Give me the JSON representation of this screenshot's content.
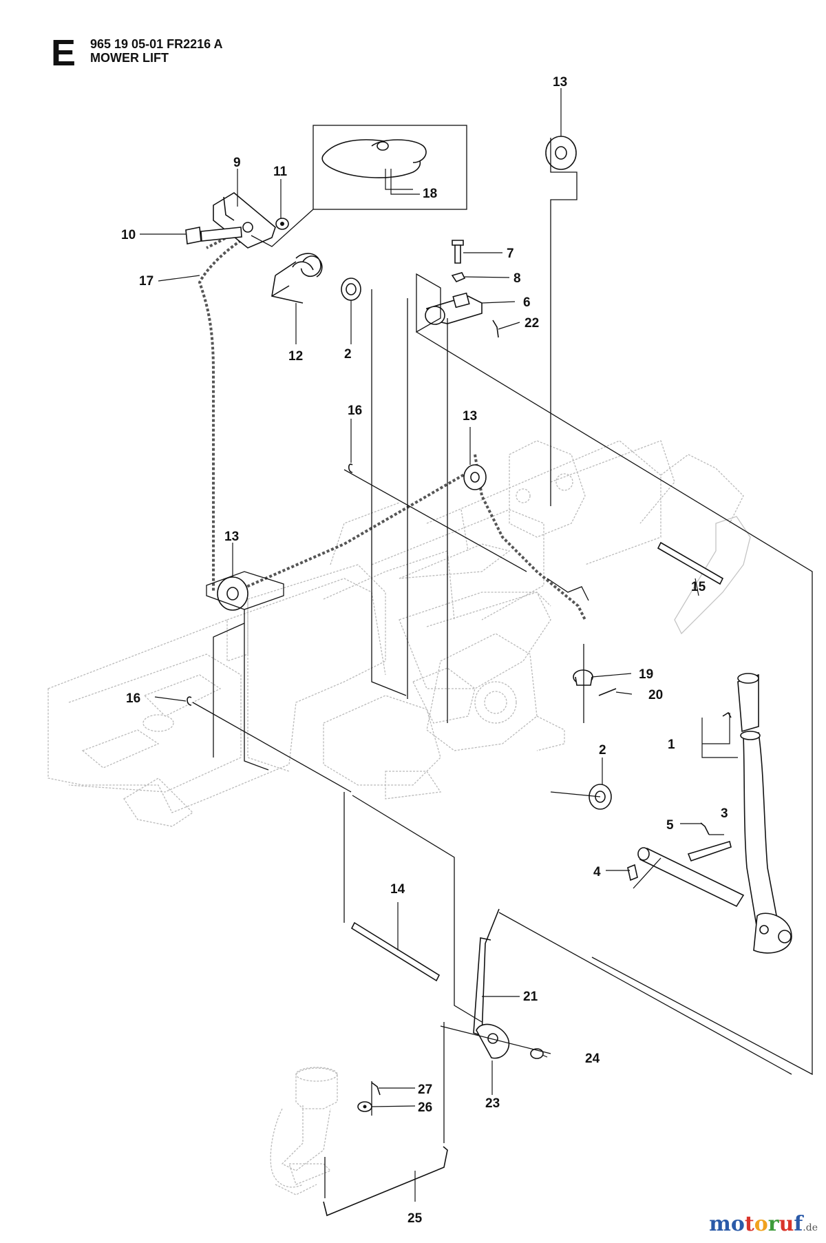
{
  "header": {
    "section_letter": "E",
    "part_code": "965 19 05-01 FR2216 A",
    "title": "MOWER LIFT"
  },
  "callouts": [
    "1",
    "2",
    "2",
    "3",
    "4",
    "5",
    "6",
    "7",
    "8",
    "9",
    "10",
    "11",
    "12",
    "13",
    "13",
    "13",
    "14",
    "15",
    "16",
    "16",
    "17",
    "18",
    "19",
    "20",
    "21",
    "22",
    "23",
    "24",
    "25",
    "26",
    "27"
  ],
  "watermark": {
    "text": "motoruf",
    "suffix": ".de",
    "letter_colors": [
      "#2b5aa8",
      "#2b5aa8",
      "#d9352b",
      "#f0a21e",
      "#3d9b3a",
      "#d9352b",
      "#2b5aa8"
    ]
  }
}
